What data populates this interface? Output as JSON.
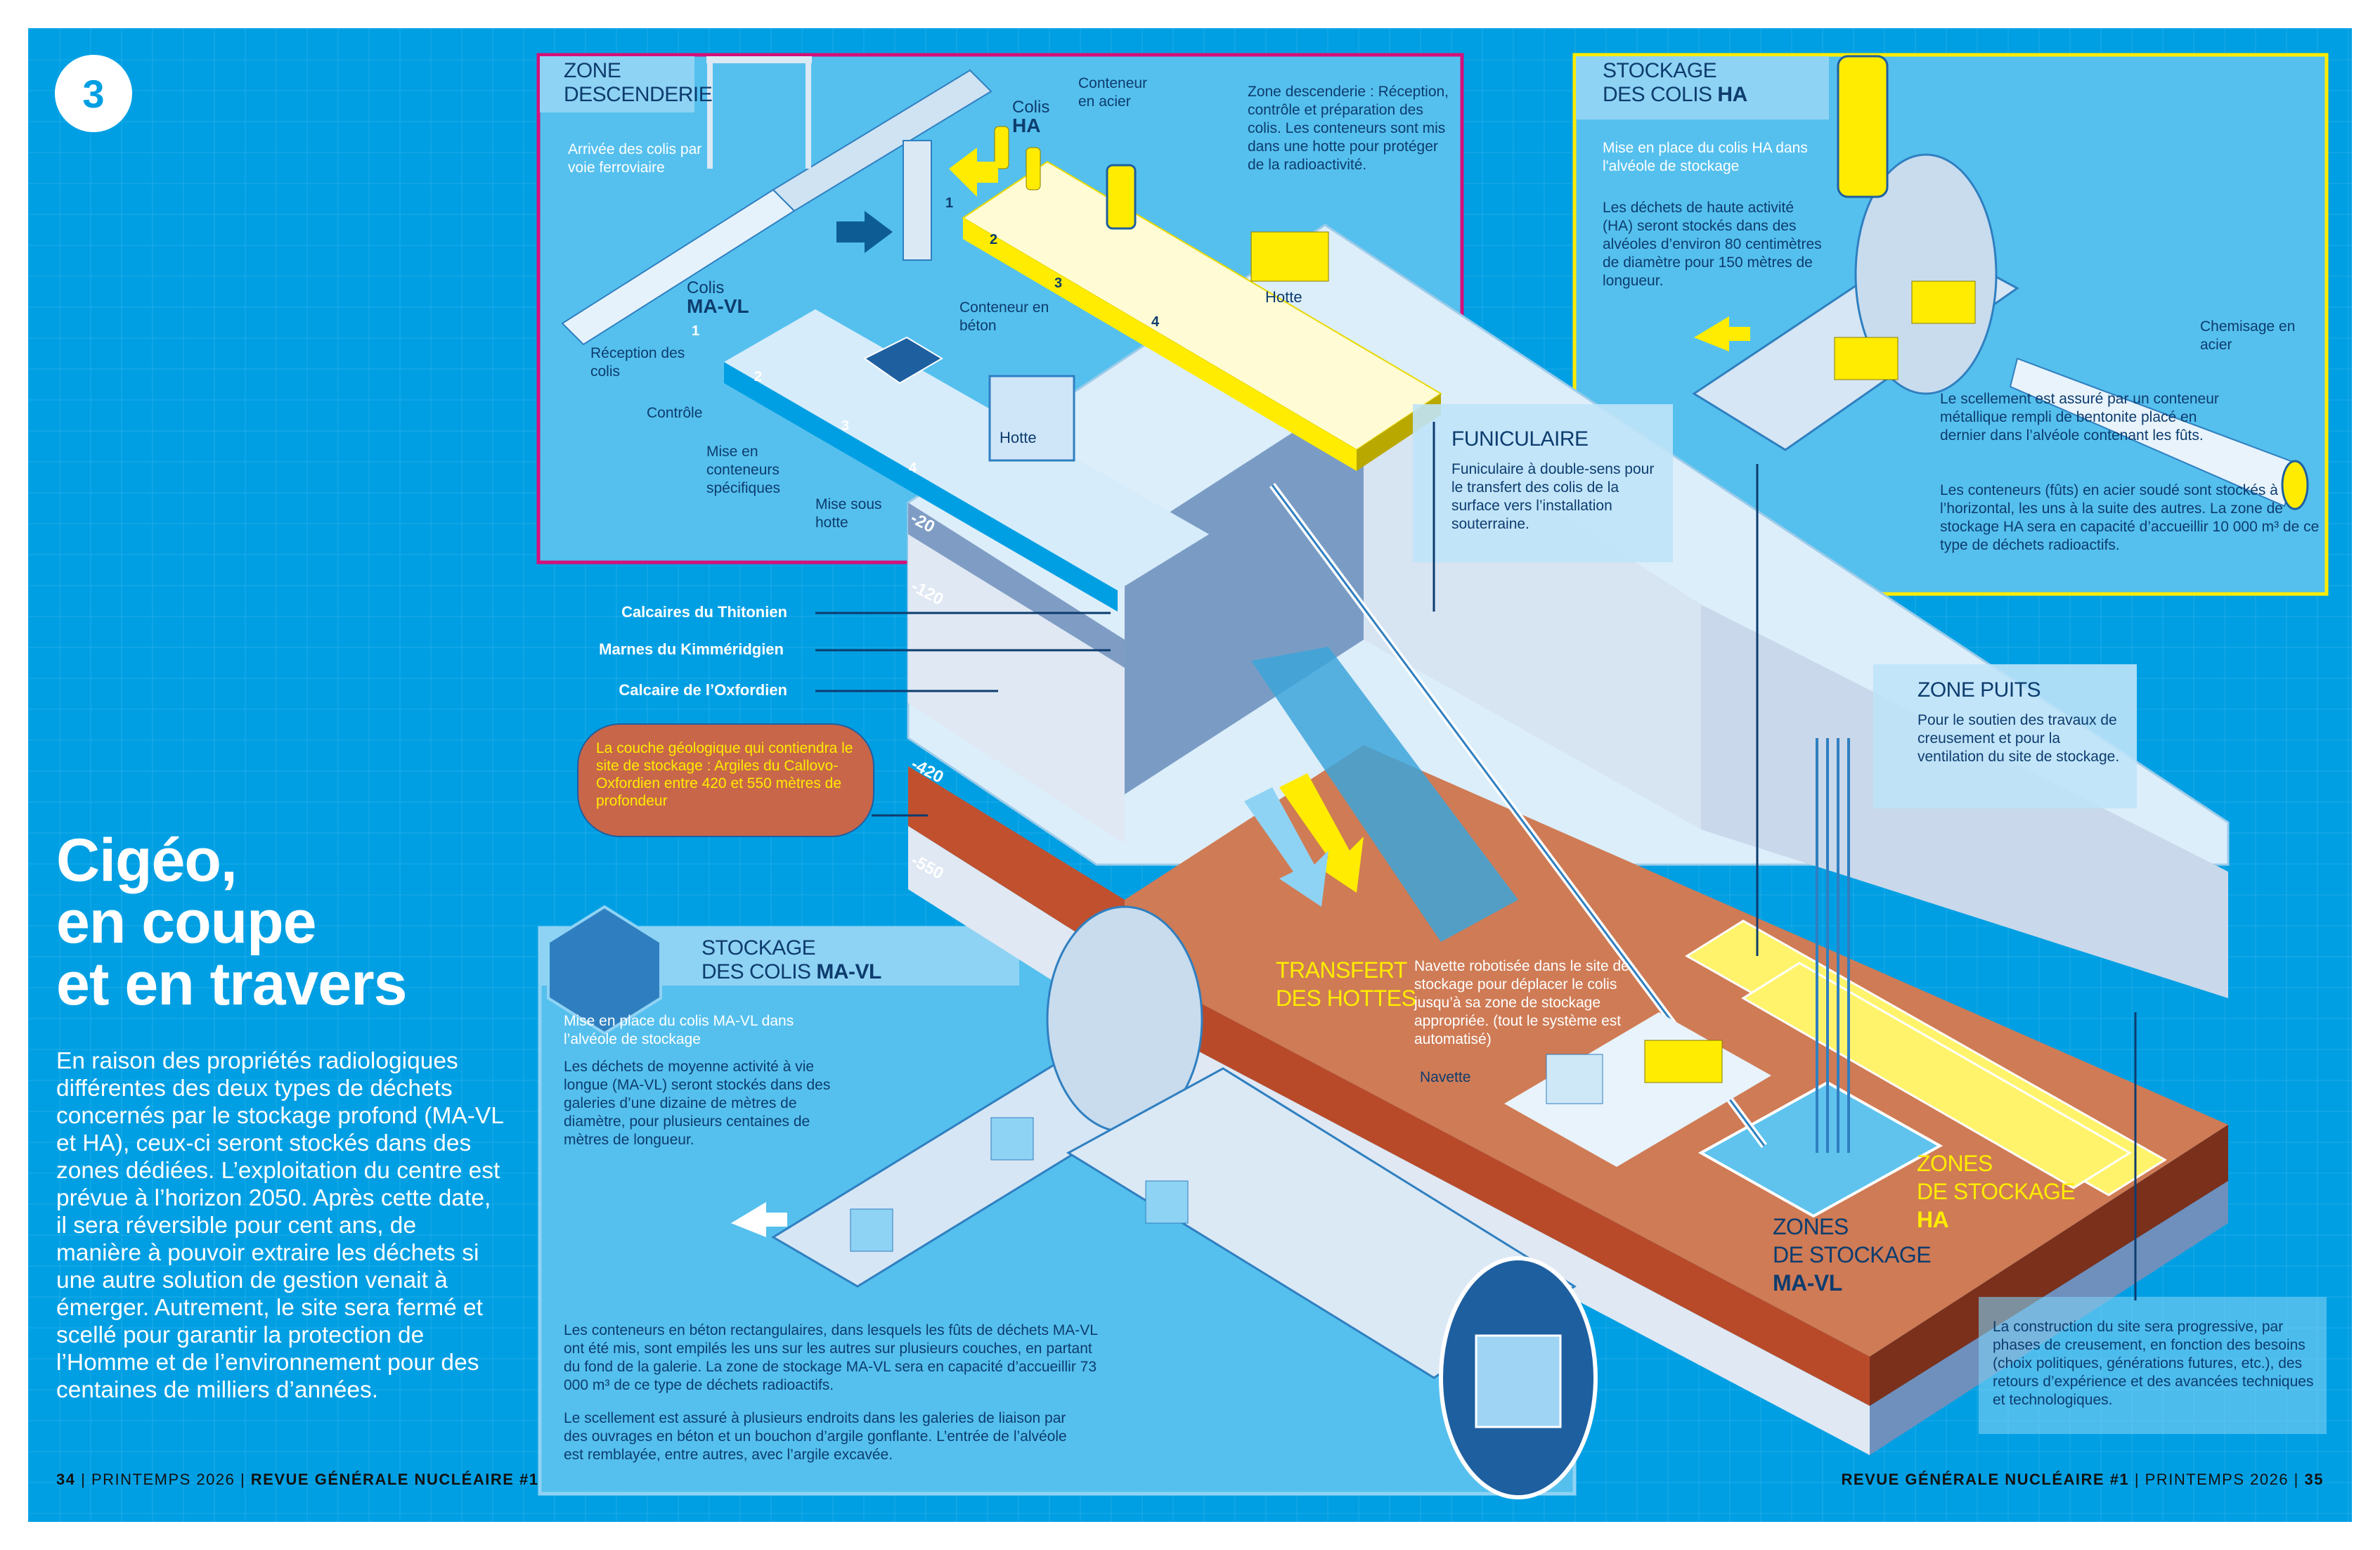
{
  "badge": "3",
  "title": [
    "Cigéo,",
    "en coupe",
    "et en travers"
  ],
  "intro": "En raison des propriétés radiologiques différentes des deux types de déchets concernés par le stockage profond (MA-VL et HA), ceux-ci seront stockés dans des zones dédiées. L’exploitation du centre est prévue à l’horizon 2050. Après cette date, il sera réversible pour cent ans, de manière à pouvoir extraire les déchets si une autre solution de gestion venait à émerger. Autrement, le site sera fermé et scellé pour garantir la protection de l’Homme et de l’environnement pour des centaines de milliers d’années.",
  "footer_left": {
    "page": "34",
    "issue": "PRINTEMPS 2026",
    "magazine": "REVUE GÉNÉRALE NUCLÉAIRE #1"
  },
  "footer_right": {
    "magazine": "REVUE GÉNÉRALE NUCLÉAIRE #1",
    "issue": "PRINTEMPS 2026",
    "page": "35"
  },
  "descenderie": {
    "title_1": "ZONE",
    "title_2": "DESCENDERIE",
    "arrivee": "Arrivée des colis par voie ferroviaire",
    "colis_ha_1": "Colis",
    "colis_ha_2": "HA",
    "conteneur_acier": "Conteneur en acier",
    "description": "Zone descenderie : Réception, contrôle et préparation des colis. Les conteneurs sont mis dans une hotte pour protéger de la radioactivité.",
    "colis_mavl_1": "Colis",
    "colis_mavl_2": "MA-VL",
    "conteneur_beton": "Conteneur en béton",
    "hotte_ha": "Hotte",
    "hotte_mavl": "Hotte",
    "steps": [
      "Réception des colis",
      "Contrôle",
      "Mise en conteneurs spécifiques",
      "Mise sous hotte"
    ],
    "step_numbers": [
      "1",
      "2",
      "3",
      "4"
    ]
  },
  "stockage_ha": {
    "title_1": "STOCKAGE",
    "title_2": "DES COLIS",
    "title_bold": "HA",
    "subtitle": "Mise en place du colis HA dans l'alvéole de stockage",
    "text": "Les déchets de haute activité (HA) seront stockés dans des alvéoles d’environ 80 centimètres de diamètre pour 150 mètres de longueur.",
    "chemisage": "Chemisage en acier",
    "scellement": "Le scellement est assuré par un conteneur métallique rempli de bentonite placé en dernier dans l’alvéole contenant les fûts.",
    "conteneurs": "Les conteneurs (fûts) en acier soudé sont stockés à l’horizontal, les uns à la suite des autres. La zone de stockage HA sera en capacité d’accueillir 10 000 m³ de ce type de déchets radioactifs."
  },
  "funiculaire": {
    "title": "FUNICULAIRE",
    "text": "Funiculaire à double-sens pour le transfert des colis de la surface vers l’installation souterraine."
  },
  "zone_puits": {
    "title": "ZONE PUITS",
    "text": "Pour le soutien des travaux de creusement et pour la ventilation du site de stockage."
  },
  "geology": {
    "layers": [
      "Calcaires du Thitonien",
      "Marnes du Kimméridgien",
      "Calcaire de l’Oxfordien"
    ],
    "callout": "La couche géologique qui contiendra le site de stockage : Argiles du Callovo-Oxfordien entre 420 et 550 mètres de profondeur",
    "depths": [
      "-20",
      "-120",
      "-420",
      "-550"
    ]
  },
  "transfert": {
    "title_1": "TRANSFERT",
    "title_2": "DES HOTTES",
    "text": "Navette robotisée dans le site de stockage pour déplacer le colis jusqu’à sa zone de stockage appropriée. (tout le système est automatisé)",
    "navette": "Navette"
  },
  "zones_ha": {
    "line1": "ZONES",
    "line2": "DE STOCKAGE",
    "bold": "HA"
  },
  "zones_mavl": {
    "line1": "ZONES",
    "line2": "DE STOCKAGE",
    "bold": "MA-VL"
  },
  "stockage_mavl": {
    "title_1": "STOCKAGE",
    "title_2": "DES COLIS",
    "title_bold": "MA-VL",
    "subtitle": "Mise en place du colis MA-VL dans l’alvéole de stockage",
    "text": "Les déchets de moyenne activité à vie longue (MA-VL) seront stockés dans des galeries d’une dizaine de mètres de diamètre, pour plusieurs centaines de mètres de longueur.",
    "conteneurs": "Les conteneurs en béton rectangulaires, dans lesquels les fûts de déchets MA-VL ont été mis, sont empilés les uns sur les autres sur plusieurs couches, en partant du fond de la galerie. La zone de stockage MA-VL sera en capacité d’accueillir 73 000 m³ de ce type de déchets radioactifs.",
    "scellement": "Le scellement est assuré à plusieurs endroits dans les galeries de liaison par des ouvrages en béton et un bouchon d’argile gonflante. L’entrée de l’alvéole est remblayée, entre autres, avec l’argile excavée."
  },
  "construction": "La construction du site sera progressive, par phases de creusement, en fonction des besoins (choix politiques, générations futures, etc.), des retours d’expérience et des avancées techniques et technologiques.",
  "colors": {
    "background": "#009fe3",
    "descenderie_border": "#d4107a",
    "ha_border": "#ffec00",
    "clay": "#c8663f",
    "text_dark": "#0d3c6e",
    "yellow": "#ffec00"
  }
}
